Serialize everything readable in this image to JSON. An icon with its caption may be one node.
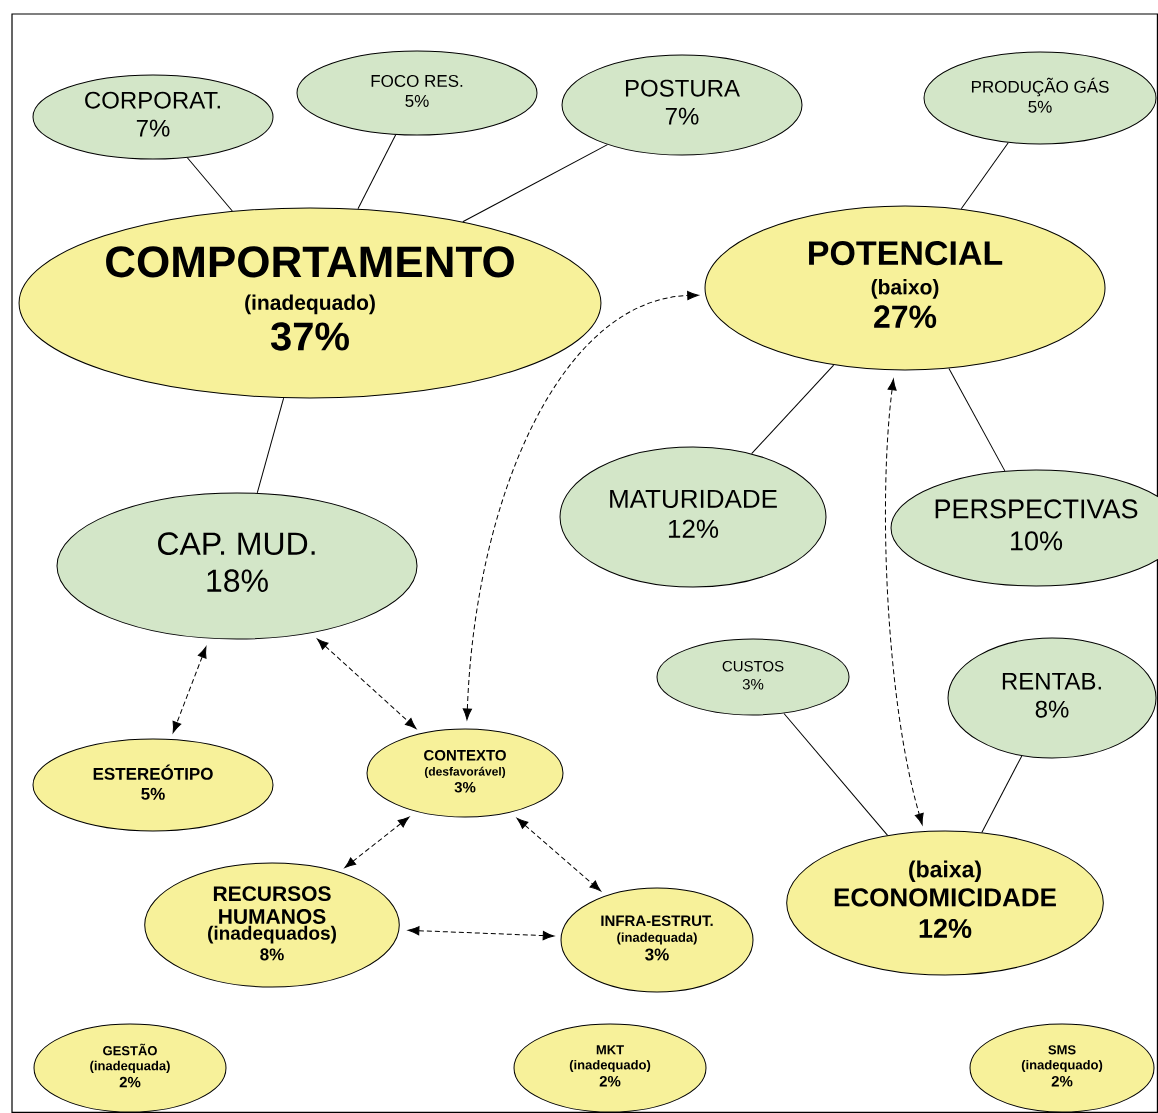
{
  "diagram": {
    "nodes": [
      {
        "text": [
          "CORPORAT.",
          "7%"
        ]
      },
      {
        "text": [
          "FOCO  RES.",
          "5%"
        ]
      },
      {
        "text": [
          "POSTURA",
          "7%"
        ]
      },
      {
        "text": [
          "PRODUÇÃO GÁS",
          "5%"
        ]
      },
      {
        "text": [
          "COMPORTAMENTO",
          "(inadequado)",
          "37%"
        ]
      },
      {
        "text": [
          "POTENCIAL",
          "(baixo)",
          "27%"
        ]
      },
      {
        "text": [
          "MATURIDADE",
          "12%"
        ]
      },
      {
        "text": [
          "PERSPECTIVAS",
          "10%"
        ]
      },
      {
        "text": [
          "CAP. MUD.",
          "18%"
        ]
      },
      {
        "text": [
          "CUSTOS",
          "3%"
        ]
      },
      {
        "text": [
          "RENTAB.",
          "8%"
        ]
      },
      {
        "text": [
          "ESTEREÓTIPO",
          "5%"
        ]
      },
      {
        "text": [
          "CONTEXTO",
          "(desfavorável)",
          "3%"
        ]
      },
      {
        "text": [
          "RECURSOS HUMANOS",
          "(inadequados)",
          "8%"
        ]
      },
      {
        "text": [
          "INFRA-ESTRUT.",
          "(inadequada)",
          "3%"
        ]
      },
      {
        "text": [
          "(baixa)",
          "ECONOMICIDADE",
          "12%"
        ]
      },
      {
        "text": [
          "GESTÃO",
          "(inadequada)",
          "2%"
        ]
      },
      {
        "text": [
          "MKT",
          "(inadequado)",
          "2%"
        ]
      },
      {
        "text": [
          "SMS",
          "(inadequado)",
          "2%"
        ]
      }
    ],
    "edges": [
      {
        "from": 4,
        "to": 0,
        "arrow": "none"
      },
      {
        "from": 4,
        "to": 1,
        "arrow": "none"
      },
      {
        "from": 4,
        "to": 2,
        "arrow": "none"
      },
      {
        "from": 5,
        "to": 3,
        "arrow": "none"
      },
      {
        "from": 5,
        "to": 6,
        "arrow": "none"
      },
      {
        "from": 5,
        "to": 7,
        "arrow": "none"
      },
      {
        "from": 4,
        "to": 8,
        "arrow": "none"
      },
      {
        "from": 15,
        "to": 9,
        "arrow": "none"
      },
      {
        "from": 15,
        "to": 10,
        "arrow": "none"
      },
      {
        "from": 8,
        "to": 11,
        "arrow": "both",
        "style": "dashed"
      },
      {
        "from": 8,
        "to": 12,
        "arrow": "both",
        "style": "dashed"
      },
      {
        "from": 12,
        "to": 5,
        "arrow": "both",
        "style": "dashed"
      },
      {
        "from": 5,
        "to": 15,
        "arrow": "both",
        "style": "dashed"
      },
      {
        "from": 12,
        "to": 13,
        "arrow": "both",
        "style": "dashed"
      },
      {
        "from": 12,
        "to": 14,
        "arrow": "both",
        "style": "dashed"
      },
      {
        "from": 13,
        "to": 14,
        "arrow": "both",
        "style": "dashed"
      }
    ]
  }
}
